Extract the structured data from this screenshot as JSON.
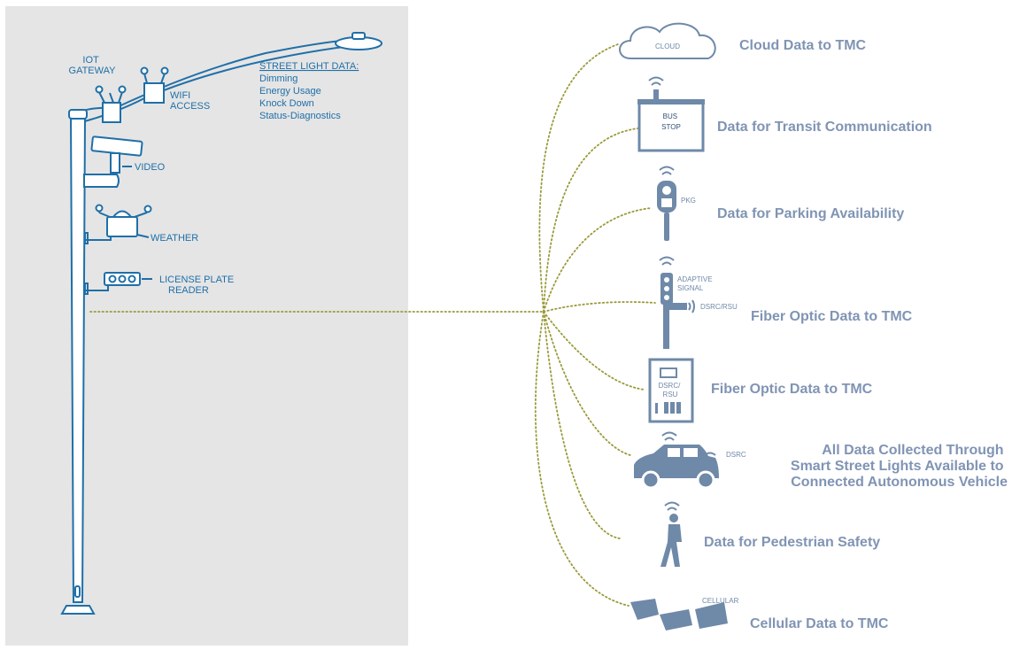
{
  "street_light": {
    "iot_gateway": [
      "IOT",
      "GATEWAY"
    ],
    "wifi_access": [
      "WIFI",
      "ACCESS"
    ],
    "data_title": "STREET LIGHT DATA:",
    "data_items": [
      "Dimming",
      "Energy Usage",
      "Knock Down",
      "Status-Diagnostics"
    ],
    "video": "VIDEO",
    "weather": "WEATHER",
    "license_plate": [
      "LICENSE PLATE",
      "READER"
    ]
  },
  "icons": {
    "cloud": "CLOUD",
    "bus_stop": [
      "BUS",
      "STOP"
    ],
    "parking": "PKG",
    "adaptive_signal": [
      "ADAPTIVE",
      "SIGNAL"
    ],
    "dsrc_rsu": "DSRC/RSU",
    "cabinet": [
      "DSRC/",
      "RSU"
    ],
    "vehicle_dsrc": "DSRC",
    "cellular": "CELLULAR"
  },
  "destinations": {
    "cloud": "Cloud Data to TMC",
    "transit": "Data for Transit Communication",
    "parking": "Data for Parking Availability",
    "fiber1": "Fiber Optic Data to TMC",
    "fiber2": "Fiber Optic Data to TMC",
    "cav": [
      "All Data Collected Through",
      "Smart Street Lights Available to",
      "Connected Autonomous Vehicle"
    ],
    "pedestrian": "Data for Pedestrian Safety",
    "cellular": "Cellular Data to TMC"
  },
  "colors": {
    "panel": "#e5e5e5",
    "pole": "#1f6fa8",
    "icon": "#6f89a8",
    "label": "#8094b4",
    "connector": "#9a9a3a"
  }
}
